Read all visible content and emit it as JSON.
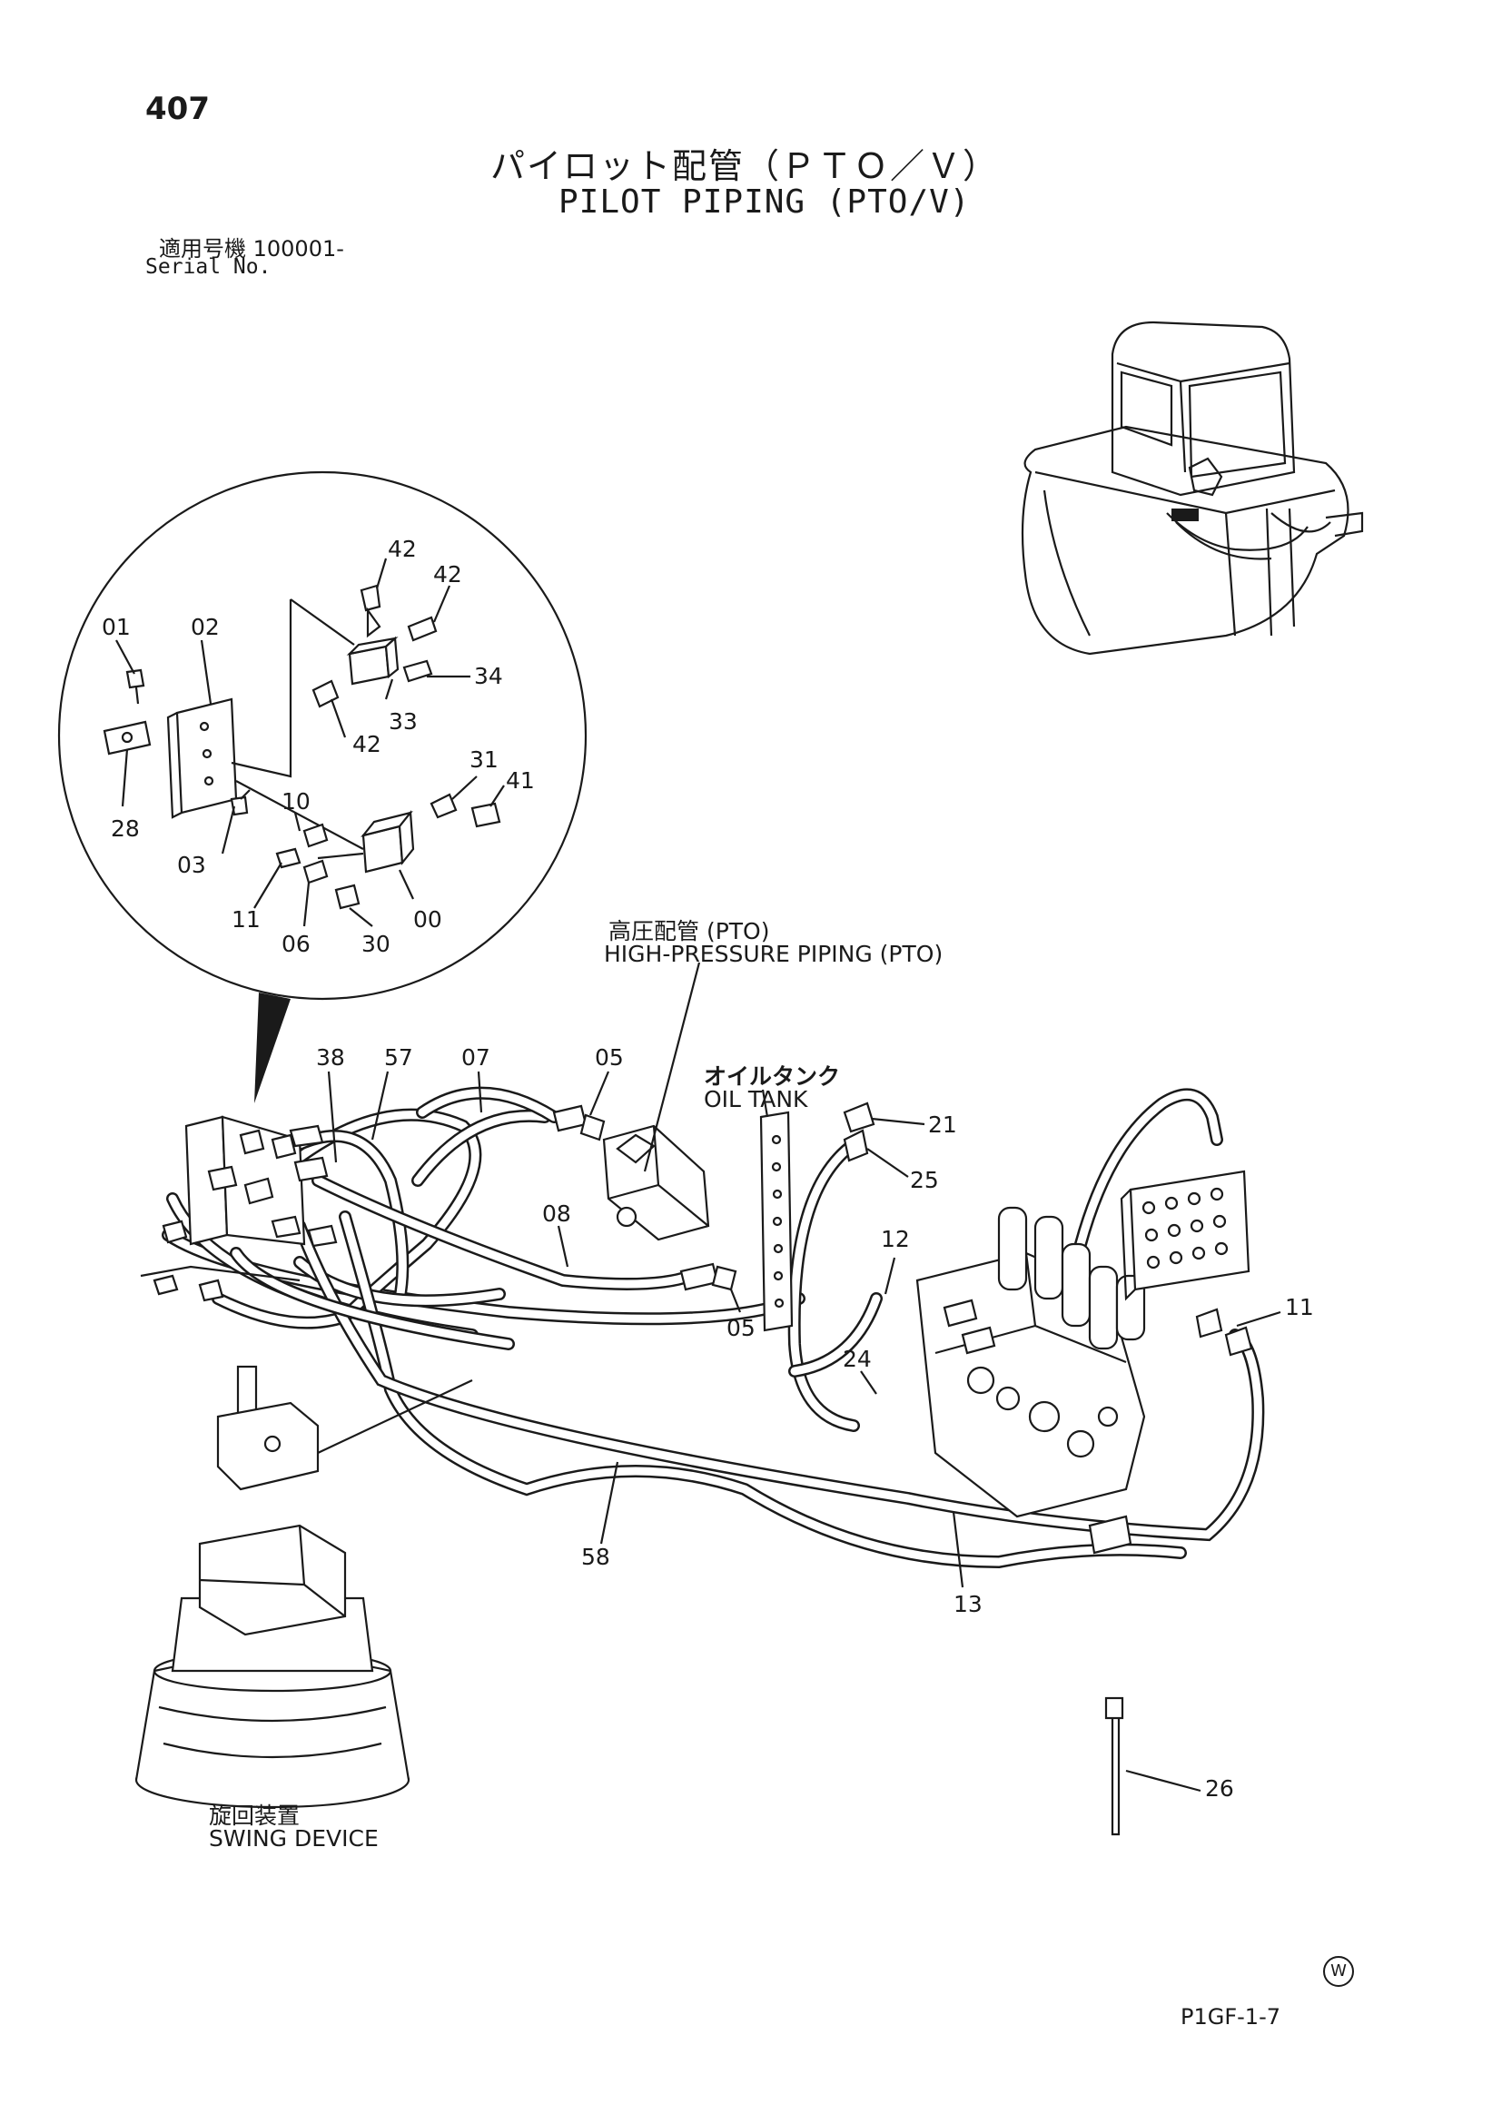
{
  "header": {
    "page_number": "407",
    "title_jp": "パイロット配管（ＰＴＯ／Ｖ）",
    "title_en": "PILOT PIPING (PTO/V)",
    "serial_jp": "適用号機 100001-",
    "serial_en": "Serial No."
  },
  "callouts": {
    "c42a": "42",
    "c42b": "42",
    "c42c": "42",
    "c01": "01",
    "c02": "02",
    "c34": "34",
    "c33": "33",
    "c31": "31",
    "c41": "41",
    "c10": "10",
    "c28": "28",
    "c03": "03",
    "c11a": "11",
    "c06": "06",
    "c30": "30",
    "c00": "00",
    "c38": "38",
    "c57": "57",
    "c07": "07",
    "c05a": "05",
    "c05b": "05",
    "c08": "08",
    "c21": "21",
    "c25": "25",
    "c12": "12",
    "c11b": "11",
    "c24": "24",
    "c58": "58",
    "c13": "13",
    "c26": "26"
  },
  "annotations": {
    "high_pressure_jp": "高圧配管 (PTO)",
    "high_pressure_en": "HIGH-PRESSURE PIPING (PTO)",
    "oil_tank_jp": "オイルタンク",
    "oil_tank_en": "OIL TANK",
    "swing_device_jp": "旋回装置",
    "swing_device_en": "SWING DEVICE"
  },
  "footer": {
    "watermark": "W",
    "drawing_code": "P1GF-1-7"
  }
}
